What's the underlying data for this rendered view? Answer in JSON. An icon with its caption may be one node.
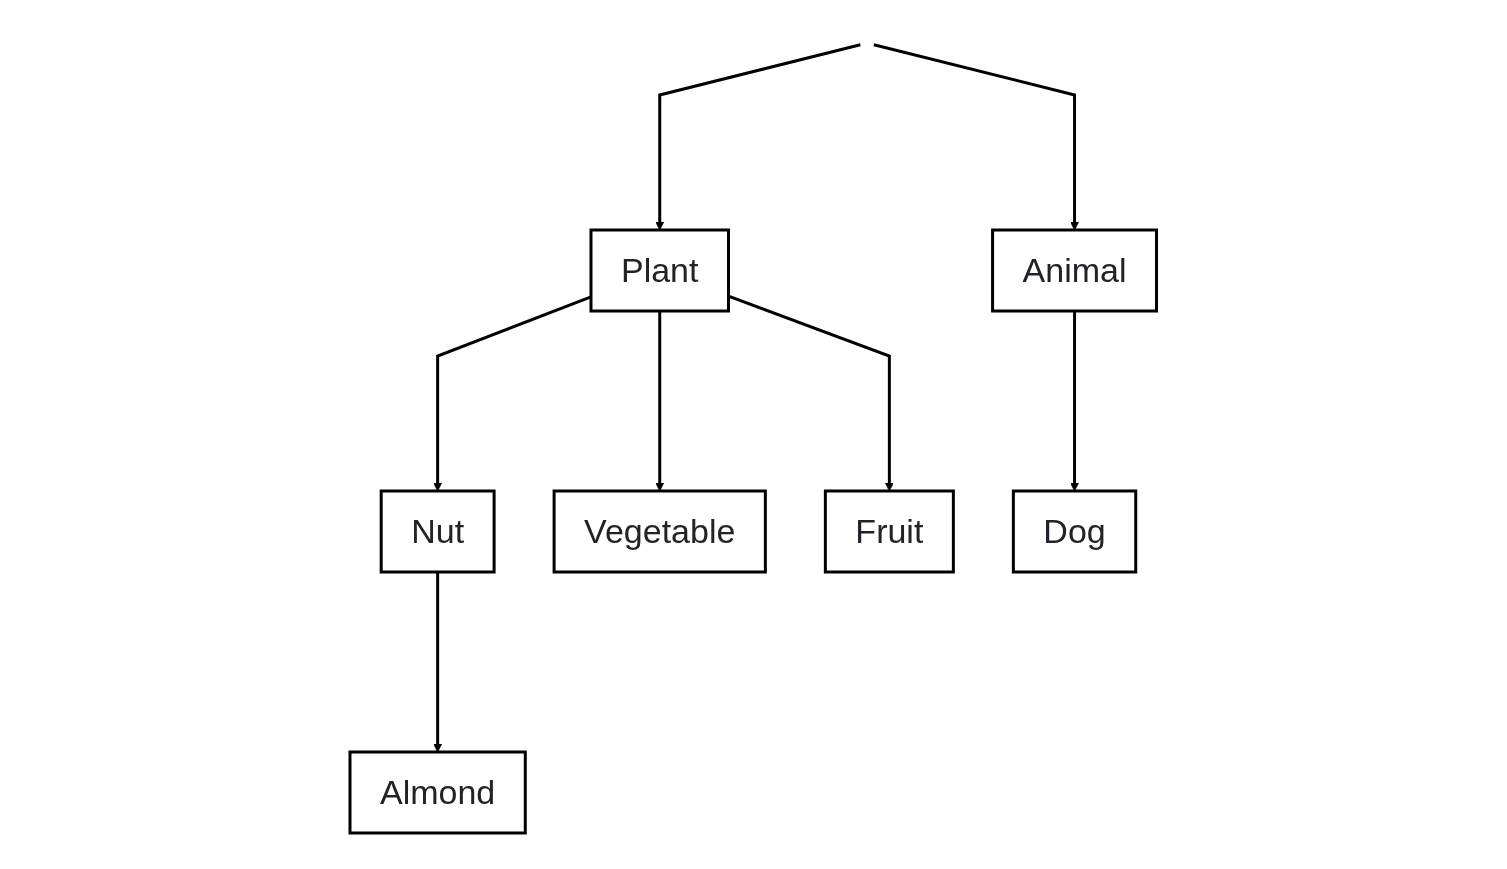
{
  "diagram": {
    "nodes": [
      {
        "text": [
          "Plant"
        ]
      },
      {
        "text": [
          "Animal"
        ]
      },
      {
        "text": [
          "Nut"
        ]
      },
      {
        "text": [
          "Vegetable"
        ]
      },
      {
        "text": [
          "Fruit"
        ]
      },
      {
        "text": [
          "Dog"
        ]
      },
      {
        "text": [
          "Almond"
        ]
      }
    ],
    "edges": [
      {
        "from": null,
        "to": 0,
        "arrow": "to"
      },
      {
        "from": null,
        "to": 1,
        "arrow": "to"
      },
      {
        "from": 0,
        "to": 2,
        "arrow": "to"
      },
      {
        "from": 0,
        "to": 3,
        "arrow": "to"
      },
      {
        "from": 0,
        "to": 4,
        "arrow": "to"
      },
      {
        "from": 1,
        "to": 5,
        "arrow": "to"
      },
      {
        "from": 2,
        "to": 6,
        "arrow": "to"
      }
    ]
  }
}
